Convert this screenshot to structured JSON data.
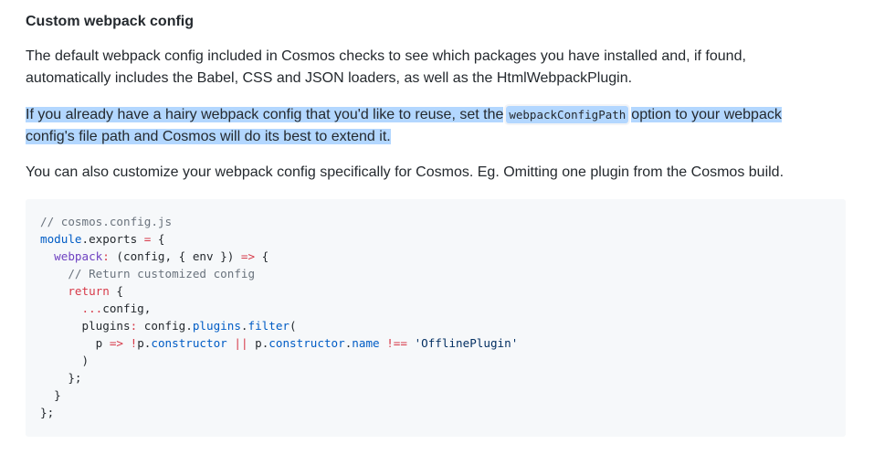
{
  "section": {
    "heading": "Custom webpack config",
    "paragraphs": [
      {
        "text": "The default webpack config included in Cosmos checks to see which packages you have installed and, if found, automatically includes the Babel, CSS and JSON loaders, as well as the HtmlWebpackPlugin."
      },
      {
        "selected": true,
        "before": "If you already have a hairy webpack config that you'd like to reuse, set the",
        "code": "webpackConfigPath",
        "after": "option to your webpack config's file path and Cosmos will do its best to extend it."
      },
      {
        "text": "You can also customize your webpack config specifically for Cosmos. Eg. Omitting one plugin from the Cosmos build."
      }
    ]
  },
  "code_block": {
    "language": "javascript",
    "lines": [
      "// cosmos.config.js",
      "module.exports = {",
      "  webpack: (config, { env }) => {",
      "    // Return customized config",
      "    return {",
      "      ...config,",
      "      plugins: config.plugins.filter(",
      "        p => !p.constructor || p.constructor.name !== 'OfflinePlugin'",
      "      )",
      "    };",
      "  }",
      "};"
    ]
  },
  "colors": {
    "text": "#24292e",
    "selection": "#b3d7ff",
    "code_background": "#f6f8fa",
    "comment": "#6a737d",
    "keyword": "#d73a49",
    "builtin": "#005cc5",
    "property": "#6f42c1",
    "string": "#032f62"
  }
}
